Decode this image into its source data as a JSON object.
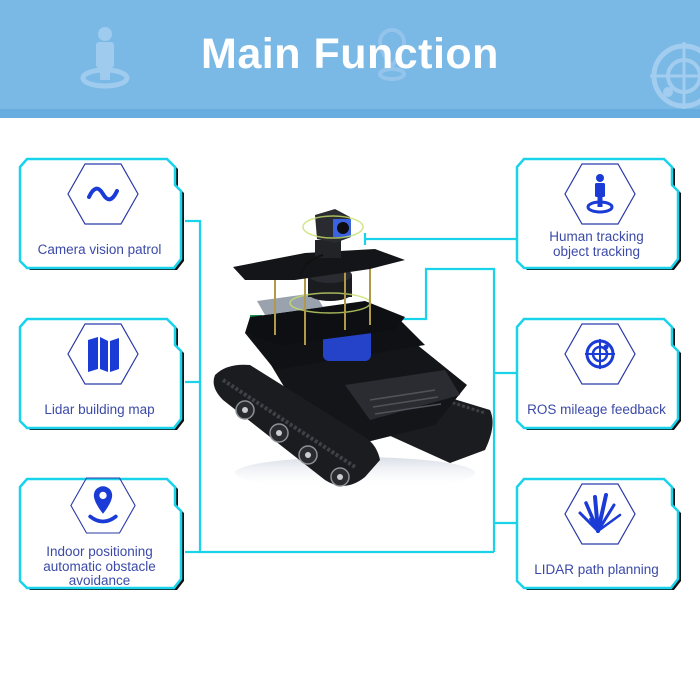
{
  "header": {
    "title": "Main Function",
    "bg_color": "#7ab8e6",
    "strip_color": "#68ade0",
    "decor_icons": [
      "person-target-icon",
      "location-pin-icon",
      "radar-icon"
    ]
  },
  "colors": {
    "accent_line": "#19d3ea",
    "icon_blue": "#1a3bd6",
    "label_text": "#3b4aa8",
    "hex_outline": "#2a3aa8"
  },
  "features": {
    "left": [
      {
        "label": "Camera vision patrol",
        "icon": "wave-icon"
      },
      {
        "label": "Lidar building map",
        "icon": "map-icon"
      },
      {
        "label_lines": [
          "Indoor positioning",
          "automatic obstacle",
          "avoidance"
        ],
        "icon": "location-pin-icon"
      }
    ],
    "right": [
      {
        "label_lines": [
          "Human tracking",
          "object tracking"
        ],
        "icon": "person-target-icon"
      },
      {
        "label": "ROS mileage feedback",
        "icon": "radar-icon"
      },
      {
        "label": "LIDAR path planning",
        "icon": "lidar-rays-icon"
      }
    ]
  },
  "product": {
    "name": "tracked ROS robot car with camera and lidar"
  }
}
